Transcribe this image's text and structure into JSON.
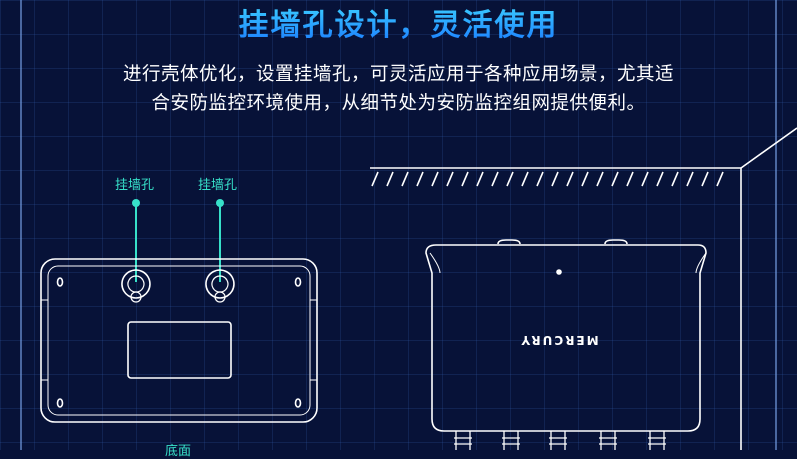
{
  "headline": "挂墙孔设计，灵活使用",
  "description": {
    "line1": "进行壳体优化，设置挂墙孔，可灵活应用于各种应用场景，尤其适",
    "line2": "合安防监控环境使用，从细节处为安防监控组网提供便利。"
  },
  "callouts": {
    "left_hole": "挂墙孔",
    "right_hole": "挂墙孔",
    "bottom": "底面"
  },
  "device": {
    "brand": "MERCURY"
  },
  "colors": {
    "background": "#071238",
    "headline": "#1b9dff",
    "accent_teal": "#37e0c9",
    "line_art": "#ffffff"
  }
}
